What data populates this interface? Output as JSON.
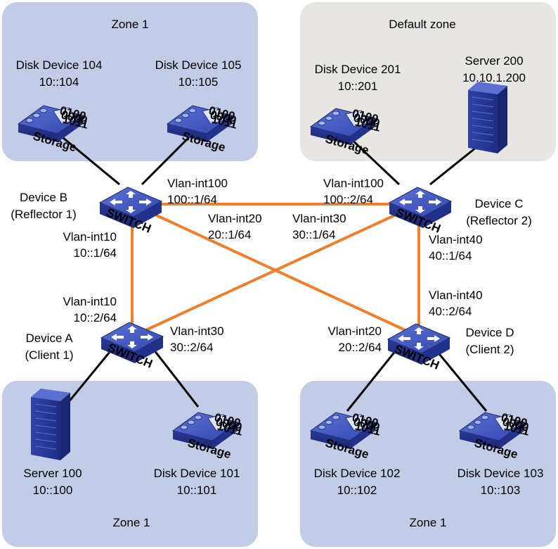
{
  "zones": {
    "zone_top_left": "Zone 1",
    "zone_top_right": "Default zone",
    "zone_bottom_left": "Zone 1",
    "zone_bottom_right": "Zone 1"
  },
  "devices": {
    "disk104": {
      "name": "Disk Device 104",
      "addr": "10::104",
      "badge": "Storage"
    },
    "disk105": {
      "name": "Disk Device 105",
      "addr": "10::105",
      "badge": "Storage"
    },
    "disk201": {
      "name": "Disk Device 201",
      "addr": "10::201",
      "badge": "Storage"
    },
    "server200": {
      "name": "Server 200",
      "addr": "10.10.1.200"
    },
    "server100": {
      "name": "Server 100",
      "addr": "10::100"
    },
    "disk101": {
      "name": "Disk Device 101",
      "addr": "10::101",
      "badge": "Storage"
    },
    "disk102": {
      "name": "Disk Device 102",
      "addr": "10::102",
      "badge": "Storage"
    },
    "disk103": {
      "name": "Disk Device 103",
      "addr": "10::103",
      "badge": "Storage"
    },
    "switch_b": {
      "name": "Device B",
      "role": "(Reflector 1)",
      "badge": "SWITCH"
    },
    "switch_c": {
      "name": "Device C",
      "role": "(Reflector 2)",
      "badge": "SWITCH"
    },
    "switch_a": {
      "name": "Device A",
      "role": "(Client 1)",
      "badge": "SWITCH"
    },
    "switch_d": {
      "name": "Device D",
      "role": "(Client 2)",
      "badge": "SWITCH"
    }
  },
  "disk_bits": [
    "0100",
    "0000",
    "1011"
  ],
  "links": {
    "b_vlan100_name": "Vlan-int100",
    "b_vlan100_addr": "100::1/64",
    "c_vlan100_name": "Vlan-int100",
    "c_vlan100_addr": "100::2/64",
    "b_vlan20_name": "Vlan-int20",
    "b_vlan20_addr": "20::1/64",
    "c_vlan30_name": "Vlan-int30",
    "c_vlan30_addr": "30::1/64",
    "b_vlan10_name": "Vlan-int10",
    "b_vlan10_addr": "10::1/64",
    "c_vlan40_name": "Vlan-int40",
    "c_vlan40_addr": "40::1/64",
    "a_vlan10_name": "Vlan-int10",
    "a_vlan10_addr": "10::2/64",
    "d_vlan40_name": "Vlan-int40",
    "d_vlan40_addr": "40::2/64",
    "a_vlan30_name": "Vlan-int30",
    "a_vlan30_addr": "30::2/64",
    "d_vlan20_name": "Vlan-int20",
    "d_vlan20_addr": "20::2/64"
  },
  "colors": {
    "zone1_fill": "#c2cce6",
    "default_zone_fill": "#e8e6e3",
    "link_orange": "#f07f2c",
    "device_blue": "#2b3d9a"
  }
}
